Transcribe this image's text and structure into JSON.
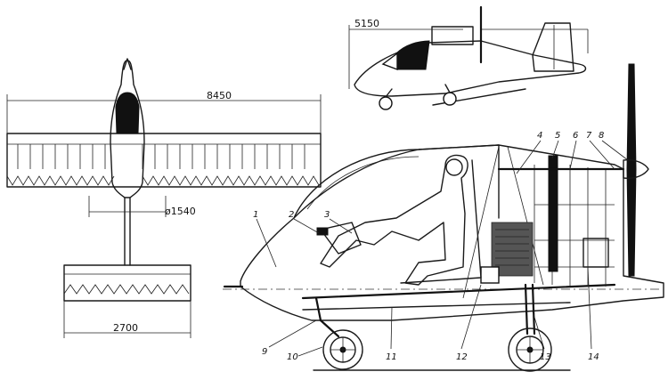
{
  "dimensions": {
    "wingspan": "8450",
    "length": "5150",
    "propeller_diameter": "ø1540",
    "tailplane_span": "2700"
  },
  "callouts": [
    "1",
    "2",
    "3",
    "4",
    "5",
    "6",
    "7",
    "8",
    "9",
    "10",
    "11",
    "12",
    "13",
    "14"
  ]
}
